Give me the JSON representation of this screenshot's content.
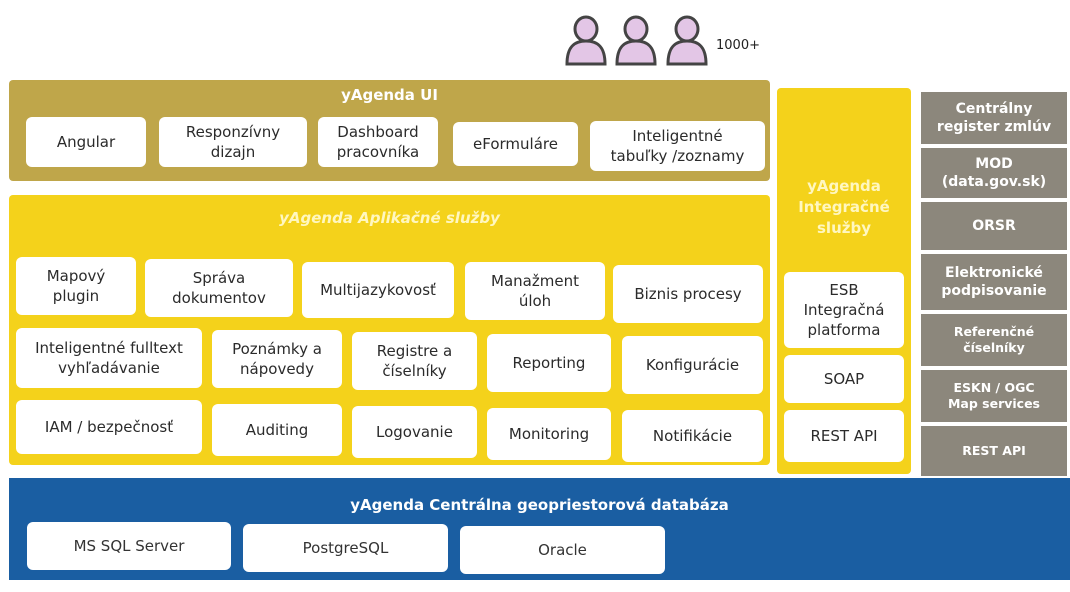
{
  "users": {
    "count": "1000+"
  },
  "ui_layer": {
    "title": "yAgenda UI",
    "items": [
      "Angular",
      "Responzívny\ndizajn",
      "Dashboard\npracovníka",
      "eFormuláre",
      "Inteligentné\ntabuľky /zoznamy"
    ]
  },
  "app_layer": {
    "title": "yAgenda  Aplikačné služby",
    "row1": [
      "Mapový\nplugin",
      "Správa\ndokumentov",
      "Multijazykovosť",
      "Manažment\núloh",
      "Biznis procesy"
    ],
    "row2": [
      "Inteligentné fulltext\nvyhľadávanie",
      "Poznámky a\nnápovedy",
      "Registre a\nčíselníky",
      "Reporting",
      "Konfigurácie"
    ],
    "row3": [
      "IAM / bezpečnosť",
      "Auditing",
      "Logovanie",
      "Monitoring",
      "Notifikácie"
    ]
  },
  "integration_layer": {
    "title": "yAgenda\nIntegračné\nslužby",
    "items": [
      "ESB\nIntegračná\nplatforma",
      "SOAP",
      "REST API"
    ]
  },
  "external_systems": [
    "Centrálny\nregister zmlúv",
    "MOD\n(data.gov.sk)",
    "ORSR",
    "Elektronické\npodpisovanie",
    "Referenčné\nčíselníky",
    "ESKN / OGC\nMap services",
    "REST API"
  ],
  "db_layer": {
    "title": "yAgenda Centrálna geopriestorová databáza",
    "items": [
      "MS SQL Server",
      "PostgreSQL",
      "Oracle"
    ]
  },
  "colors": {
    "ui_panel": "#bfa64a",
    "app_panel": "#f4d21b",
    "db_panel": "#1a5ea2",
    "external": "#8c877c",
    "person_fill": "#e3c6e6",
    "person_stroke": "#444444"
  }
}
